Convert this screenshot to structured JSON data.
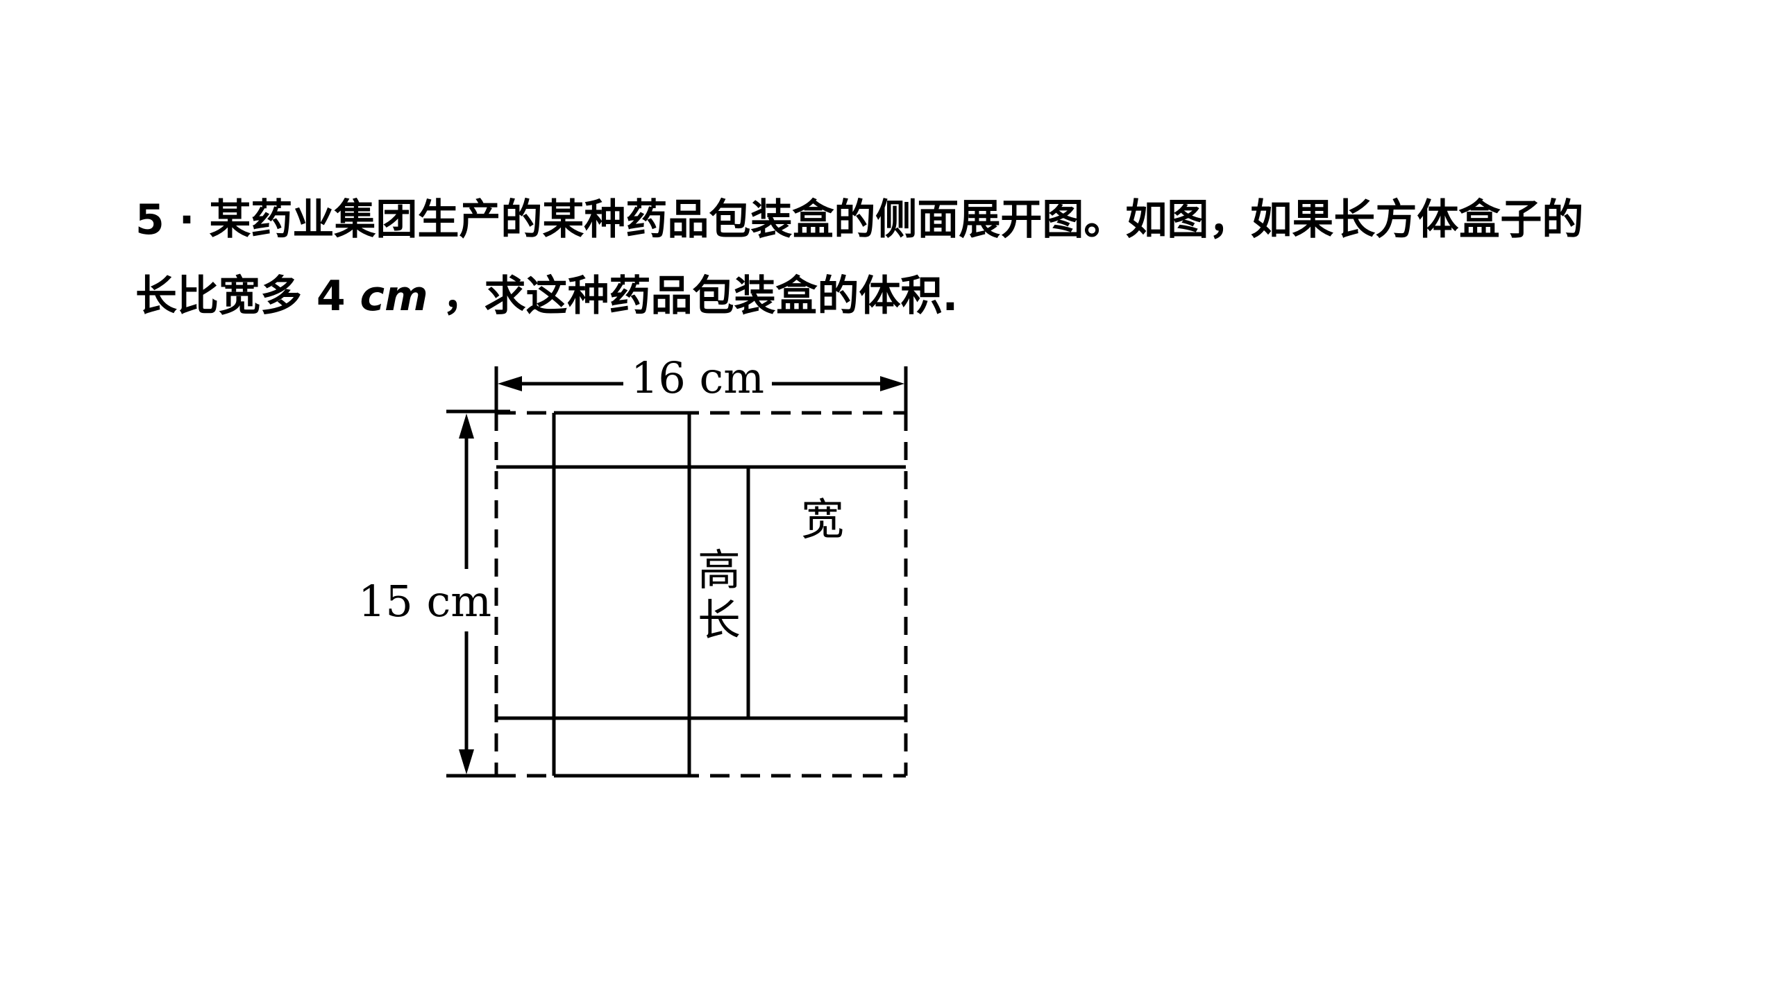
{
  "problem": {
    "number": "5",
    "separator": " · ",
    "line1": "某药业集团生产的某种药品包装盒的侧面展开图。如图，如果长方体盒子的",
    "line2_prefix": "长比宽多 ",
    "line2_value": "4",
    "line2_unit": "cm",
    "line2_suffix": " ，求这种药品包装盒的体积."
  },
  "figure": {
    "width_label": "16 cm",
    "height_label": "15 cm",
    "label_height": "高",
    "label_length": "长",
    "label_width": "宽"
  }
}
